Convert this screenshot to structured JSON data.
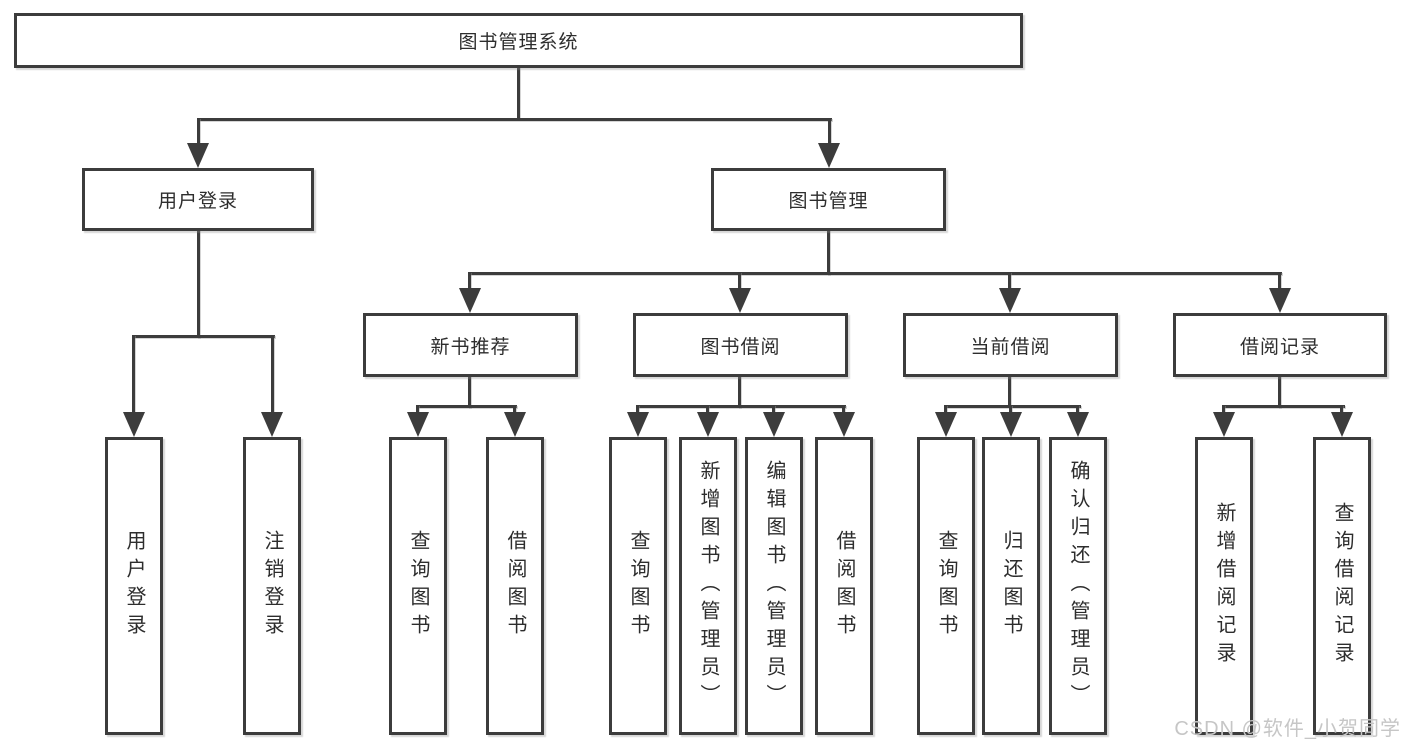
{
  "diagram": {
    "type": "hierarchy-tree",
    "colors": {
      "line": "#3c3c3c",
      "text": "#2d2d2d",
      "background": "#ffffff",
      "watermark": "#c6c6c6"
    },
    "nodes": {
      "root": "图书管理系统",
      "user_login": "用户登录",
      "book_mgmt": "图书管理",
      "new_book_rec": "新书推荐",
      "book_borrow": "图书借阅",
      "current_borrow": "当前借阅",
      "borrow_record": "借阅记录",
      "leaf_user_login": "用户登录",
      "leaf_logout": "注销登录",
      "rec_query_book": "查询图书",
      "rec_borrow_book": "借阅图书",
      "bor_query_book": "查询图书",
      "bor_add_book": "新增图书（管理员）",
      "bor_edit_book": "编辑图书（管理员）",
      "bor_borrow_book": "借阅图书",
      "cur_query_book": "查询图书",
      "cur_return_book": "归还图书",
      "cur_confirm_return": "确认归还（管理员）",
      "rcd_add_record": "新增借阅记录",
      "rcd_query_record": "查询借阅记录"
    },
    "edges": [
      [
        "root",
        "user_login"
      ],
      [
        "root",
        "book_mgmt"
      ],
      [
        "user_login",
        "leaf_user_login"
      ],
      [
        "user_login",
        "leaf_logout"
      ],
      [
        "book_mgmt",
        "new_book_rec"
      ],
      [
        "book_mgmt",
        "book_borrow"
      ],
      [
        "book_mgmt",
        "current_borrow"
      ],
      [
        "book_mgmt",
        "borrow_record"
      ],
      [
        "new_book_rec",
        "rec_query_book"
      ],
      [
        "new_book_rec",
        "rec_borrow_book"
      ],
      [
        "book_borrow",
        "bor_query_book"
      ],
      [
        "book_borrow",
        "bor_add_book"
      ],
      [
        "book_borrow",
        "bor_edit_book"
      ],
      [
        "book_borrow",
        "bor_borrow_book"
      ],
      [
        "current_borrow",
        "cur_query_book"
      ],
      [
        "current_borrow",
        "cur_return_book"
      ],
      [
        "current_borrow",
        "cur_confirm_return"
      ],
      [
        "borrow_record",
        "rcd_add_record"
      ],
      [
        "borrow_record",
        "rcd_query_record"
      ]
    ]
  },
  "watermark": {
    "text": "CSDN @软件_小贺同学"
  }
}
